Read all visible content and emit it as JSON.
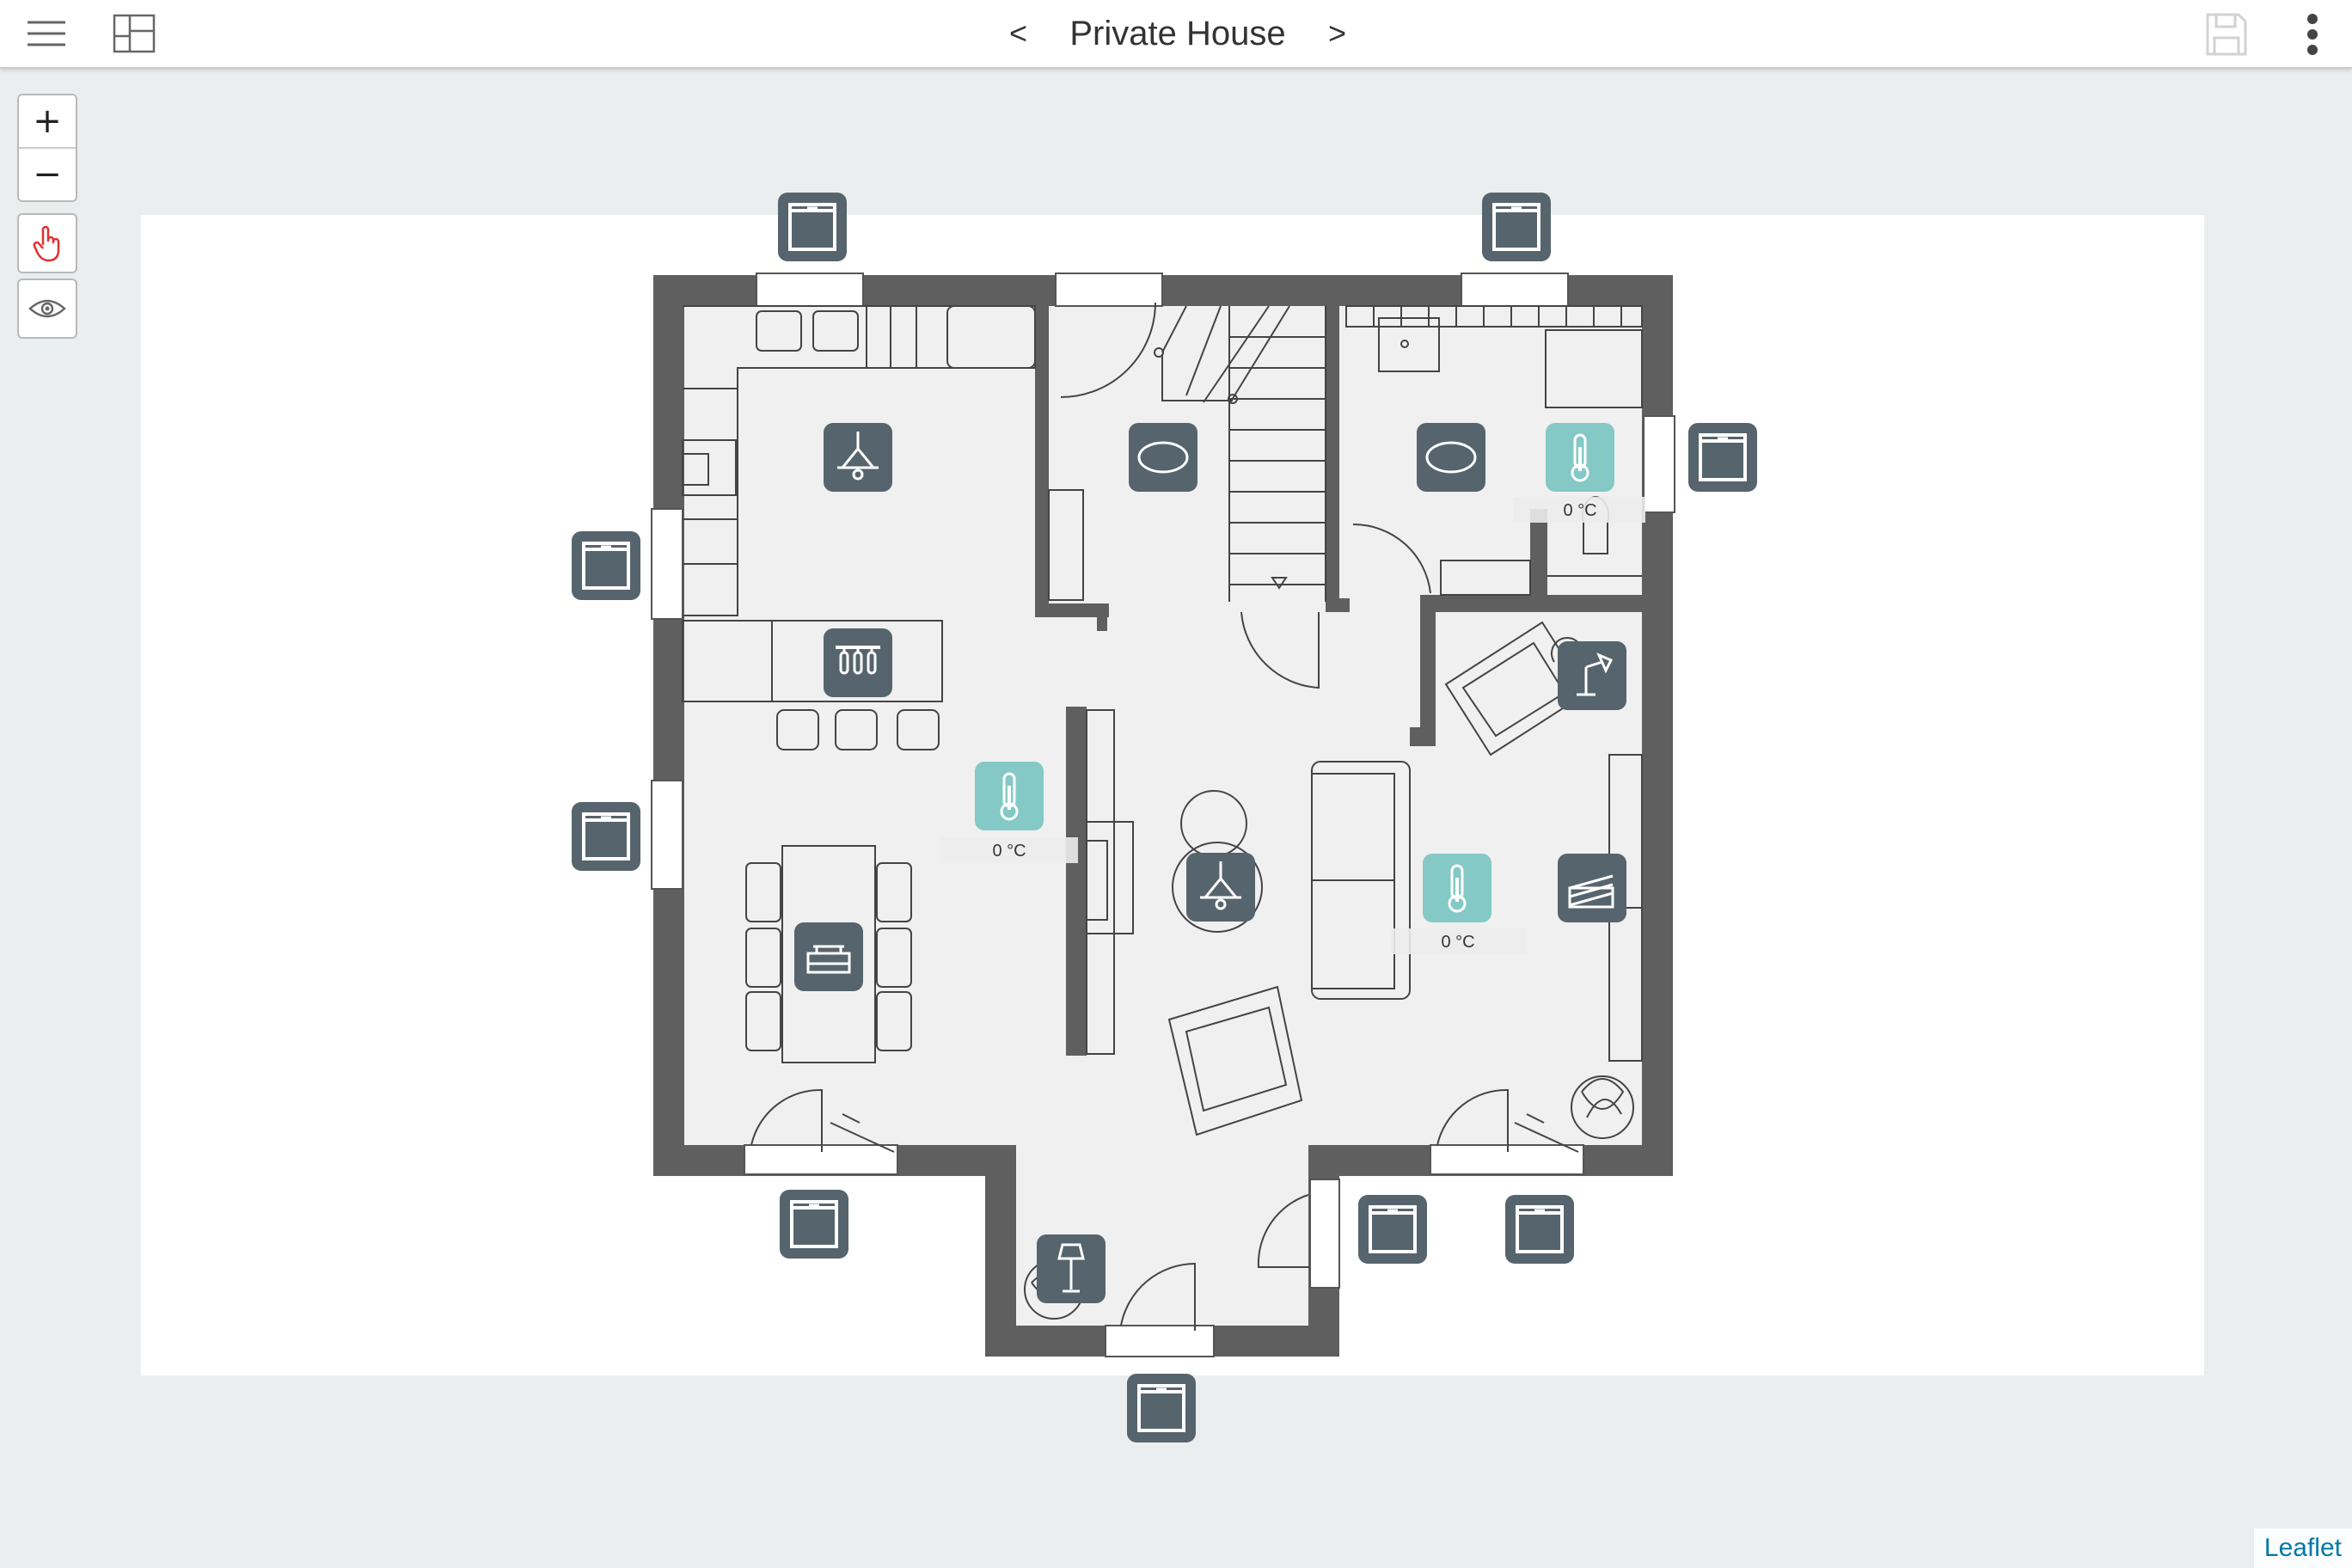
{
  "header": {
    "title": "Private House",
    "prev_label": "<",
    "next_label": ">",
    "menu_icon": "hamburger-menu-icon",
    "layout_icon": "floorplan-layout-icon",
    "save_icon": "save-icon",
    "more_icon": "more-vertical-icon"
  },
  "map_controls": {
    "zoom_in": "+",
    "zoom_out": "−",
    "pan_icon": "hand-pointer-icon",
    "view_icon": "eye-icon"
  },
  "devices": {
    "thermostat_living": {
      "value": "0 °C",
      "icon": "thermometer-icon"
    },
    "thermostat_sitting": {
      "value": "0 °C",
      "icon": "thermometer-icon"
    },
    "thermostat_bath": {
      "value": "0 °C",
      "icon": "thermometer-icon"
    }
  },
  "attribution": "Leaflet",
  "colors": {
    "device_dark": "#56646d",
    "device_teal": "#84c9c6",
    "wall": "#5f5f5f",
    "floor": "#f0f0f0",
    "map_bg": "#ebeeef"
  }
}
